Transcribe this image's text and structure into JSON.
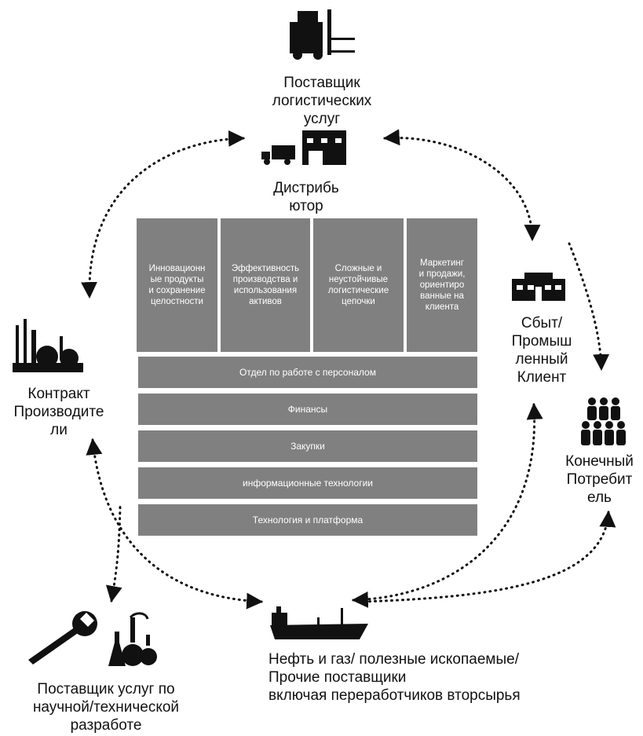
{
  "nodes": {
    "logistics": "Поставщик\nлогистических\nуслуг",
    "distributor": "Дистрибь\nютор",
    "industrial_client": "Сбыт/\nПромыш\nленный\nКлиент",
    "end_consumer": "Конечный\nПотребит\nель",
    "contract_manufacturers": "Контракт\nПроизводите\nли",
    "rnd_provider": "Поставщик услуг по\nнаучной/технической\nразработе",
    "oil_gas": "Нефть  и газ/ полезные ископаемые/\nПрочие поставщики\nвключая переработчиков вторсырья"
  },
  "columns": [
    "Инновационн\nые продукты\nи сохранение\nцелостности",
    "Эффективность\nпроизводства и\nиспользования\nактивов",
    "Сложные и\nнеустойчивые\nлогистические\nцепочки",
    "Маркетинг\nи продажи,\nориентиро\nванные на\nклиента"
  ],
  "rows": [
    "Отдел по работе с персоналом",
    "Финансы",
    "Закупки",
    "информационные технологии",
    "Технология и платформа"
  ],
  "colors": {
    "block": "#808080",
    "text_on_block": "#ffffff",
    "icon": "#111111"
  },
  "icons": [
    "forklift-icon",
    "truck-icon",
    "warehouse-icon",
    "factory-icon",
    "store-icon",
    "people-icon",
    "ship-icon",
    "wrench-icon",
    "flasks-icon"
  ]
}
